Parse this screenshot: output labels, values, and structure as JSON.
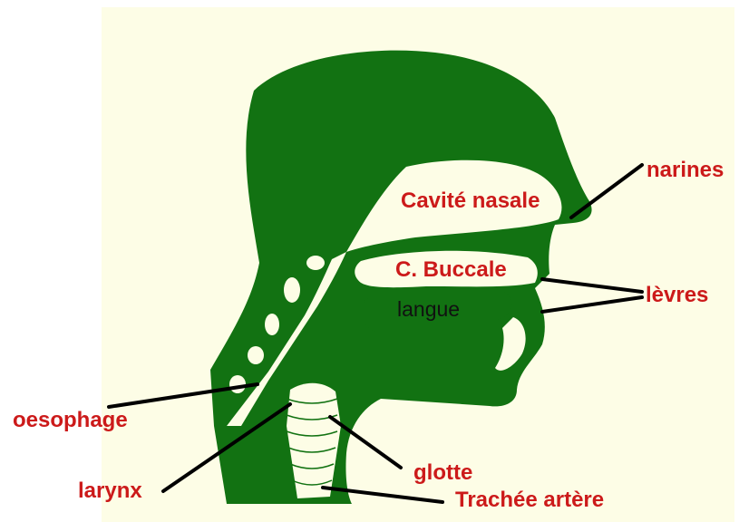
{
  "colors": {
    "background": "#fdfde6",
    "anatomy": "#127212",
    "label_red": "#cc1a1a",
    "label_black": "#111111",
    "pointer": "#000000"
  },
  "labels": {
    "narines": "narines",
    "cavite_nasale": "Cavité nasale",
    "c_buccale": "C. Buccale",
    "levres": "lèvres",
    "langue": "langue",
    "oesophage": "oesophage",
    "larynx": "larynx",
    "glotte": "glotte",
    "trachee": "Trachée artère"
  }
}
